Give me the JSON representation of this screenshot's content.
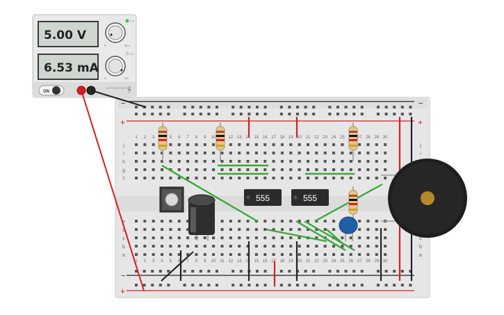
{
  "power_supply": {
    "voltage_display": "5.00 V",
    "current_display": "6.53 mA",
    "on_label": "ON",
    "cv_label": "CV",
    "cc_label": "CC",
    "brand_text": "DC POWER SUPPLY",
    "voltage_knob_min": "0",
    "voltage_knob_max": "30 V",
    "current_knob_min": "0",
    "current_knob_max": "5 A",
    "colors": {
      "cv_led": "#3cc43c",
      "positive_terminal": "#d42020",
      "negative_terminal": "#222222"
    }
  },
  "breadboard": {
    "top_row_letters": [
      "j",
      "i",
      "h",
      "g",
      "f"
    ],
    "bottom_row_letters": [
      "e",
      "d",
      "c",
      "b",
      "a"
    ],
    "column_numbers": [
      "1",
      "2",
      "3",
      "4",
      "5",
      "6",
      "7",
      "8",
      "9",
      "10",
      "11",
      "12",
      "13",
      "14",
      "15",
      "16",
      "17",
      "18",
      "19",
      "20",
      "21",
      "22",
      "23",
      "24",
      "25",
      "26",
      "27",
      "28",
      "29",
      "30"
    ],
    "rail_plus": "+",
    "rail_minus": "−"
  },
  "components": {
    "ic1_label": "555",
    "ic2_label": "555"
  },
  "colors": {
    "wire_red": "#d42020",
    "wire_black": "#222222",
    "wire_green": "#3aa83a",
    "capacitor_blue": "#1f5fa8",
    "buzzer_black": "#1e1e1e",
    "buzzer_center": "#b38a2a"
  }
}
